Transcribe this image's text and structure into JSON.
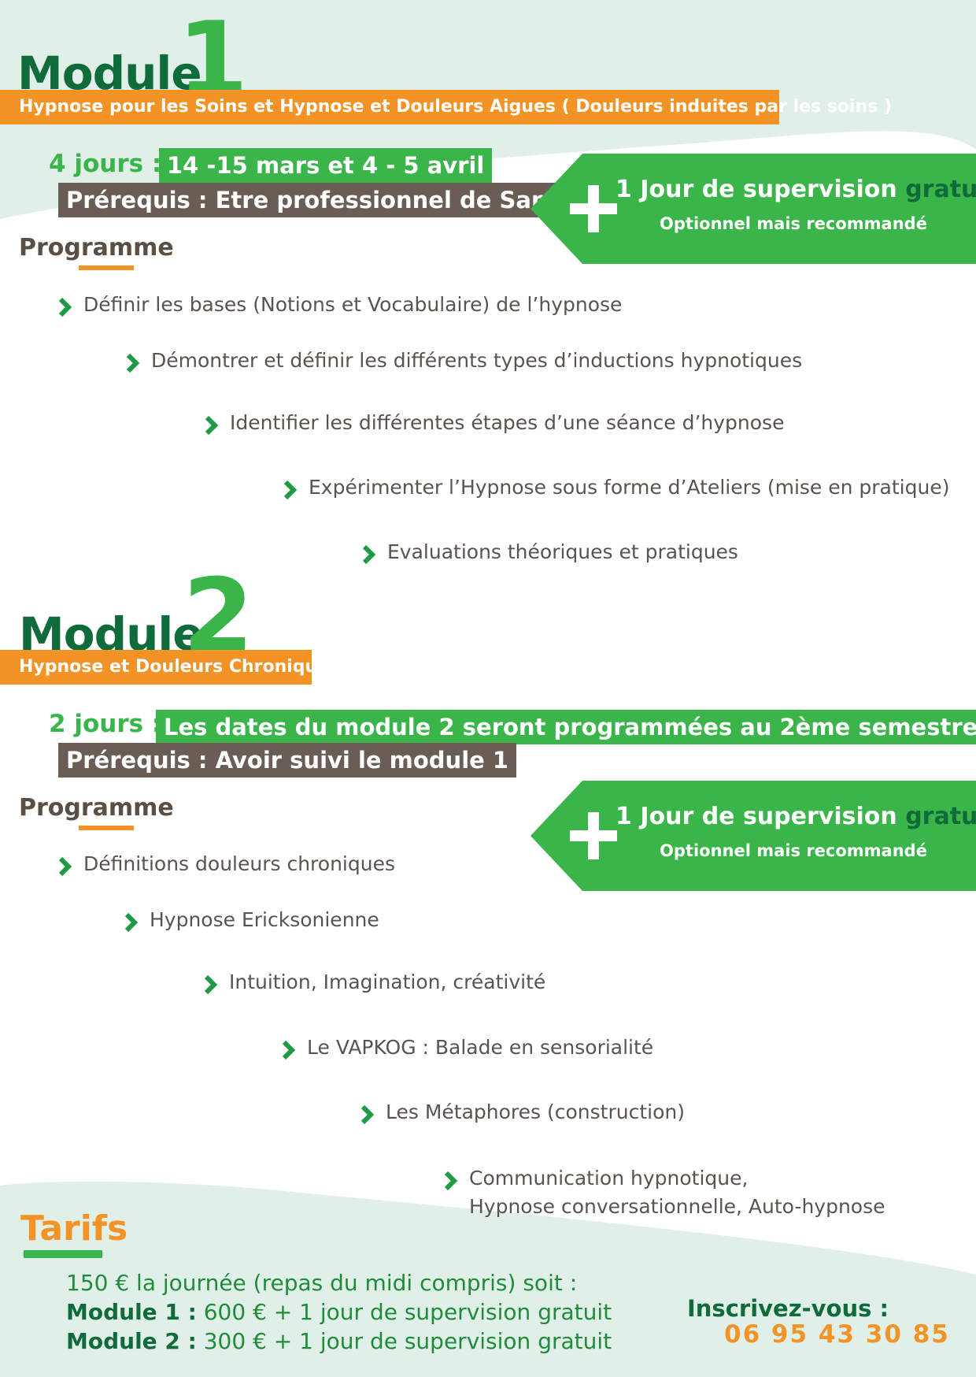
{
  "colors": {
    "green": "#3ab54a",
    "dark_green": "#0f6b3a",
    "orange": "#f39325",
    "grey": "#6a5d55",
    "mint": "#e1efe9"
  },
  "module1": {
    "word": "Module",
    "number": "1",
    "subtitle": "Hypnose pour les Soins et Hypnose et Douleurs Aigues ( Douleurs induites par les soins )",
    "days_label": "4 jours :",
    "dates": "14 -15 mars et 4 - 5 avril",
    "prereq": "Prérequis : Etre professionnel de Santé",
    "program_title": "Programme",
    "items": [
      "Définir les bases (Notions et Vocabulaire) de l’hypnose",
      "Démontrer et définir les différents types d’inductions hypnotiques",
      "Identifier les différentes étapes d’une séance d’hypnose",
      "Expérimenter l’Hypnose sous forme d’Ateliers (mise en pratique)",
      "Evaluations théoriques et pratiques"
    ],
    "banner": {
      "main": "1 Jour de supervision ",
      "highlight": "gratuit",
      "sub": "Optionnel mais recommandé",
      "icon": "plus-icon"
    }
  },
  "module2": {
    "word": "Module",
    "number": "2",
    "subtitle": "Hypnose et Douleurs Chroniques",
    "days_label": "2 jours :",
    "dates": "Les dates du module 2 seront programmées au 2ème semestre",
    "prereq": "Prérequis : Avoir suivi le module 1",
    "program_title": "Programme",
    "items": [
      "Définitions douleurs chroniques",
      "Hypnose Ericksonienne",
      "Intuition, Imagination, créativité",
      "Le VAPKOG : Balade en sensorialité",
      "Les Métaphores (construction)"
    ],
    "item_last_line1": "Communication hypnotique,",
    "item_last_line2": "Hypnose conversationnelle, Auto-hypnose",
    "banner": {
      "main": "1 Jour de supervision ",
      "highlight": "gratuit",
      "sub": "Optionnel mais recommandé",
      "icon": "plus-icon"
    }
  },
  "tarifs": {
    "title": "Tarifs",
    "line1": "150 € la journée (repas du midi compris) soit :",
    "m1_label": "Module 1 :",
    "m1_text": " 600 € + 1 jour de supervision gratuit",
    "m2_label": "Module 2 :",
    "m2_text": " 300 € + 1 jour de supervision gratuit"
  },
  "contact": {
    "label": "Inscrivez-vous :",
    "phone": "06 95 43 30 85"
  }
}
